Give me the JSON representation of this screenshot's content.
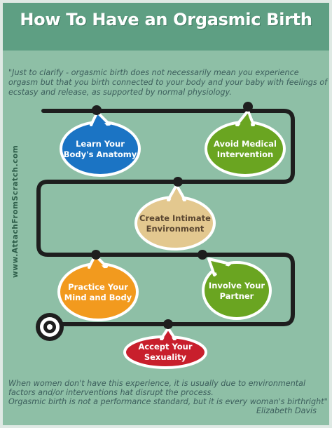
{
  "title": "How To Have an Orgasmic Birth",
  "intro_quote": "\"Just to clarify - orgasmic birth does not necessarily mean you experience orgasm but that you birth connected to your body and your baby with feelings of ecstasy and release, as supported by normal physiology.",
  "side_credit": "www.AttachFromScratch.com",
  "steps": [
    {
      "label_lines": [
        "Learn Your",
        "Body's Anatomy"
      ],
      "color": "#1b74c4"
    },
    {
      "label_lines": [
        "Avoid Medical",
        "Intervention"
      ],
      "color": "#6aa521"
    },
    {
      "label_lines": [
        "Create Intimate",
        "Environment"
      ],
      "color": "#e3c88f"
    },
    {
      "label_lines": [
        "Practice Your",
        "Mind and Body"
      ],
      "color": "#f29a1e"
    },
    {
      "label_lines": [
        "Involve Your",
        "Partner"
      ],
      "color": "#6aa521"
    },
    {
      "label_lines": [
        "Accept Your",
        "Sexuality"
      ],
      "color": "#c81f2c"
    }
  ],
  "footer": {
    "line1": "When women don't have this experience, it is usually due to environmental factors and/or interventions hat disrupt the process.",
    "line2": "Orgasmic birth is not a performance standard, but it is every woman's birthright\"",
    "attribution": "Elizabeth Davis"
  },
  "colors": {
    "background": "#8ebfa6",
    "header": "#5e9f83",
    "path": "#1e1e1e",
    "text": "#3d5f5d"
  },
  "icons": [
    "target-icon",
    "path-node-dot"
  ]
}
